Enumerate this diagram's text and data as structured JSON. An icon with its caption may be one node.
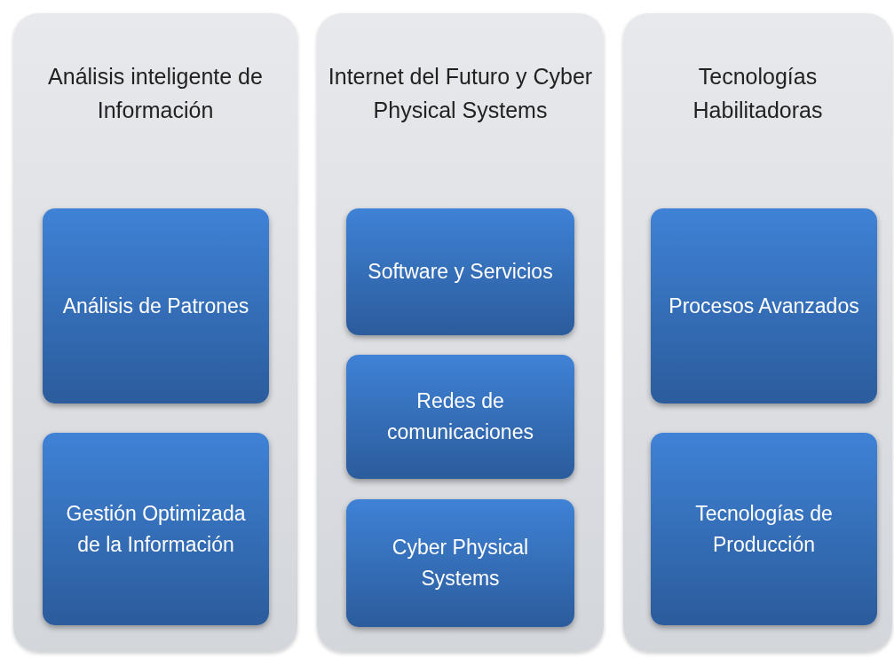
{
  "diagram": {
    "nodes": [
      {
        "text": [
          "Análisis inteligente de Información"
        ]
      },
      {
        "text": [
          "Análisis de Patrones"
        ],
        "in": 0
      },
      {
        "text": [
          "Gestión Optimizada de la Información"
        ],
        "in": 0
      },
      {
        "text": [
          "Internet del Futuro y Cyber Physical Systems"
        ]
      },
      {
        "text": [
          "Software y Servicios"
        ],
        "in": 3
      },
      {
        "text": [
          "Redes de comunicaciones"
        ],
        "in": 3
      },
      {
        "text": [
          "Cyber Physical Systems"
        ],
        "in": 3
      },
      {
        "text": [
          "Tecnologías Habilitadoras"
        ]
      },
      {
        "text": [
          "Procesos Avanzados"
        ],
        "in": 7
      },
      {
        "text": [
          "Tecnologías de Producción"
        ],
        "in": 7
      }
    ]
  }
}
